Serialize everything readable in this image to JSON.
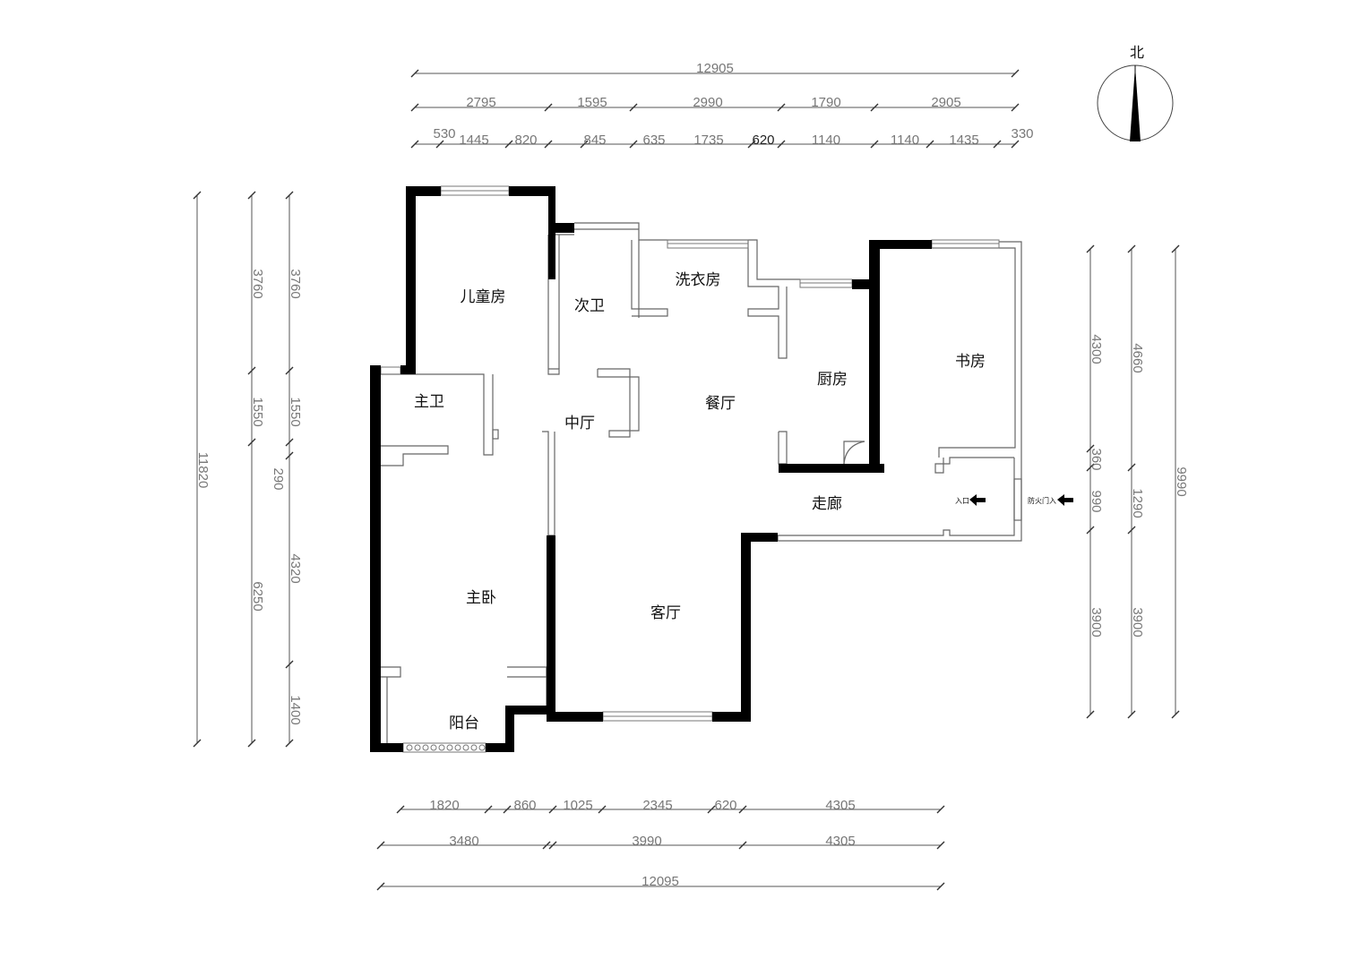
{
  "compass": {
    "label": "北"
  },
  "rooms": {
    "children_room": "儿童房",
    "second_bath": "次卫",
    "laundry": "洗衣房",
    "kitchen": "厨房",
    "study": "书房",
    "master_bath": "主卫",
    "middle_hall": "中厅",
    "dining": "餐厅",
    "corridor": "走廊",
    "master_bedroom": "主卧",
    "living": "客厅",
    "balcony": "阳台",
    "entrance": "入口",
    "fire_door": "防火门入"
  },
  "dimensions": {
    "top_total": "12905",
    "top_row1": [
      "2795",
      "1595",
      "2990",
      "1790",
      "2905"
    ],
    "top_row2": [
      "530",
      "1445",
      "820",
      "845",
      "635",
      "1735",
      "620",
      "1140",
      "1140",
      "1435",
      "330"
    ],
    "left_total": "11820",
    "left_col2": [
      "3760",
      "1550",
      "6250"
    ],
    "left_col3": [
      "3760",
      "1550",
      "290",
      "4320",
      "1400"
    ],
    "right_col1": [
      "4300",
      "360",
      "990",
      "3900"
    ],
    "right_col2": [
      "4660",
      "1290",
      "3900"
    ],
    "right_total": "9990",
    "bottom_row1": [
      "1820",
      "860",
      "1025",
      "2345",
      "620",
      "4305"
    ],
    "bottom_row2": [
      "3480",
      "3990",
      "4305"
    ],
    "bottom_total": "12095"
  }
}
